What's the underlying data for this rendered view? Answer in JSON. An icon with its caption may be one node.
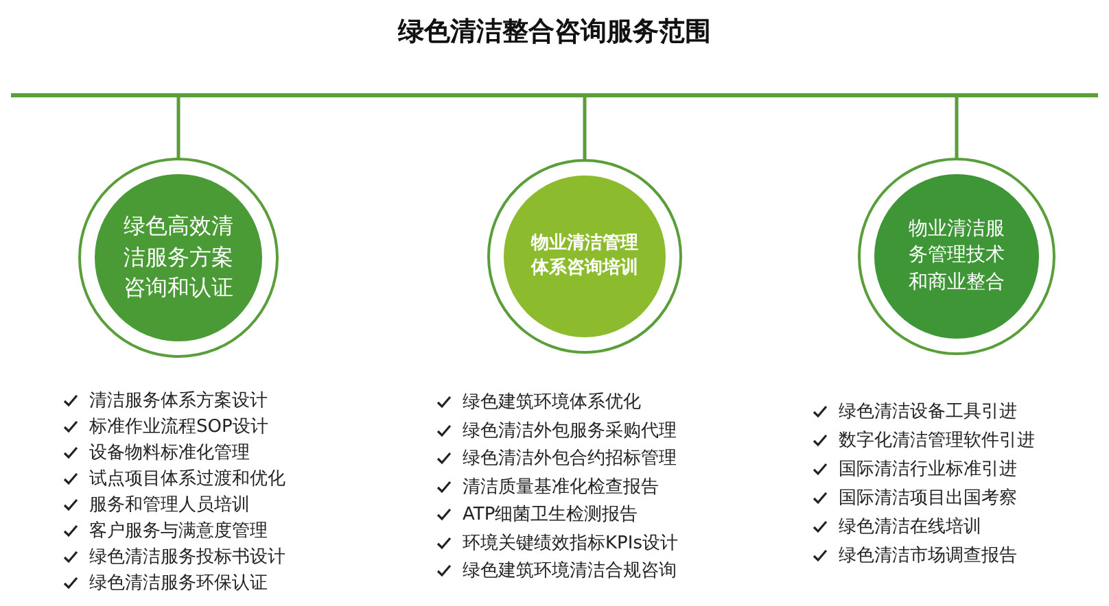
{
  "diagram": {
    "title": "绿色清洁整合咨询服务范围",
    "nodes": [
      {
        "text": [],
        "shape": "bar"
      },
      {
        "text": [
          "绿色高效清洁服务方案咨询和认证"
        ],
        "beside": [
          "清洁服务体系方案设计",
          "标准作业流程SOP设计",
          "设备物料标准化管理",
          "试点项目体系过渡和优化",
          "服务和管理人员培训",
          "客户服务与满意度管理",
          "绿色清洁服务投标书设计",
          "绿色清洁服务环保认证"
        ]
      },
      {
        "text": [
          "物业清洁管理体系咨询培训"
        ],
        "beside": [
          "绿色建筑环境体系优化",
          "绿色清洁外包服务采购代理",
          "绿色清洁外包合约招标管理",
          "清洁质量基准化检查报告",
          "ATP细菌卫生检测报告",
          "环境关键绩效指标KPIs设计",
          "绿色建筑环境清洁合规咨询"
        ]
      },
      {
        "text": [
          "物业清洁服务管理技术和商业整合"
        ],
        "beside": [
          "绿色清洁设备工具引进",
          "数字化清洁管理软件引进",
          "国际清洁行业标准引进",
          "国际清洁项目出国考察",
          "绿色清洁在线培训",
          "绿色清洁市场调查报告"
        ]
      }
    ],
    "edges": [
      {
        "from": 0,
        "to": 1,
        "arrow": "none"
      },
      {
        "from": 0,
        "to": 2,
        "arrow": "none"
      },
      {
        "from": 0,
        "to": 3,
        "arrow": "none"
      }
    ]
  }
}
